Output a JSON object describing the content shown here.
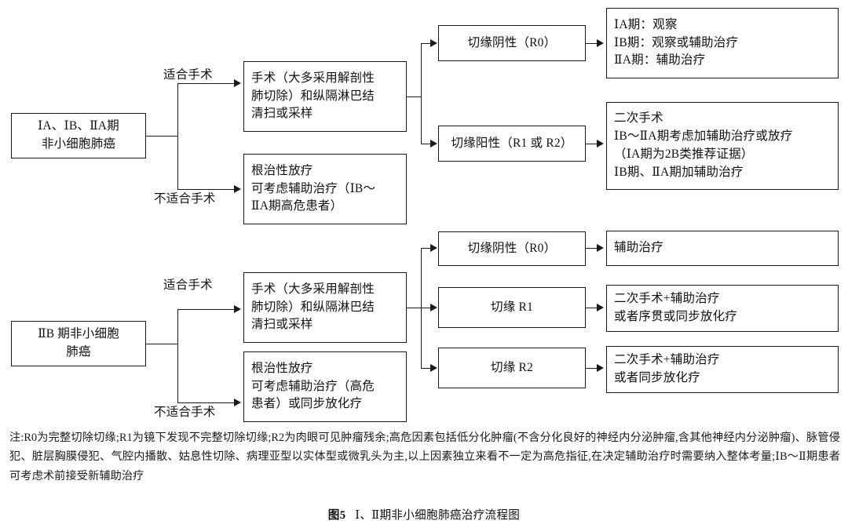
{
  "figure": {
    "number_label": "图5",
    "caption": "Ⅰ、Ⅱ期非小细胞肺癌治疗流程图"
  },
  "colors": {
    "background": "#ffffff",
    "stroke": "#1a1a1a",
    "text": "#111111"
  },
  "branch_labels": {
    "suitable_surgery": "适合手术",
    "not_suitable_surgery": "不适合手术"
  },
  "upper_pathway": {
    "start": {
      "lines": [
        "ⅠA、ⅠB、ⅡA期",
        "非小细胞肺癌"
      ]
    },
    "surgery": {
      "lines": [
        "手术（大多采用解剖性",
        "肺切除）和纵隔淋巴结",
        "清扫或采样"
      ]
    },
    "radiotherapy": {
      "lines": [
        "根治性放疗",
        "可考虑辅助治疗（ⅠB～",
        "ⅡA期高危患者）"
      ]
    },
    "margin_negative": {
      "lines": [
        "切缘阴性（R0）"
      ]
    },
    "margin_positive": {
      "lines": [
        "切缘阳性（R1 或 R2）"
      ]
    },
    "margin_negative_outcome": {
      "lines": [
        "ⅠA期：观察",
        "ⅠB期：观察或辅助治疗",
        "ⅡA期：辅助治疗"
      ]
    },
    "margin_positive_outcome": {
      "lines": [
        "二次手术",
        "ⅠB～ⅡA期考虑加辅助治疗或放疗",
        "（ⅠA期为2B类推荐证据）",
        "ⅠB期、ⅡA期加辅助治疗"
      ]
    }
  },
  "lower_pathway": {
    "start": {
      "lines": [
        "ⅡB 期非小细胞",
        "肺癌"
      ]
    },
    "surgery": {
      "lines": [
        "手术（大多采用解剖性",
        "肺切除）和纵隔淋巴结",
        "清扫或采样"
      ]
    },
    "radiotherapy": {
      "lines": [
        "根治性放疗",
        "可考虑辅助治疗（高危",
        "患者）或同步放化疗"
      ]
    },
    "margin_r0": {
      "lines": [
        "切缘阴性（R0）"
      ]
    },
    "margin_r1": {
      "lines": [
        "切缘 R1"
      ]
    },
    "margin_r2": {
      "lines": [
        "切缘 R2"
      ]
    },
    "margin_r0_outcome": {
      "lines": [
        "辅助治疗"
      ]
    },
    "margin_r1_outcome": {
      "lines": [
        "二次手术+辅助治疗",
        "或者序贯或同步放化疗"
      ]
    },
    "margin_r2_outcome": {
      "lines": [
        "二次手术+辅助治疗",
        "或者同步放化疗"
      ]
    }
  },
  "footnote": {
    "text": "注:R0为完整切除切缘;R1为镜下发现不完整切除切缘;R2为肉眼可见肿瘤残余;高危因素包括低分化肿瘤(不含分化良好的神经内分泌肿瘤,含其他神经内分泌肿瘤)、脉管侵犯、脏层胸膜侵犯、气腔内播散、姑息性切除、病理亚型以实体型或微乳头为主,以上因素独立来看不一定为高危指征,在决定辅助治疗时需要纳入整体考量;ⅠB～Ⅱ期患者可考虑术前接受新辅助治疗"
  }
}
